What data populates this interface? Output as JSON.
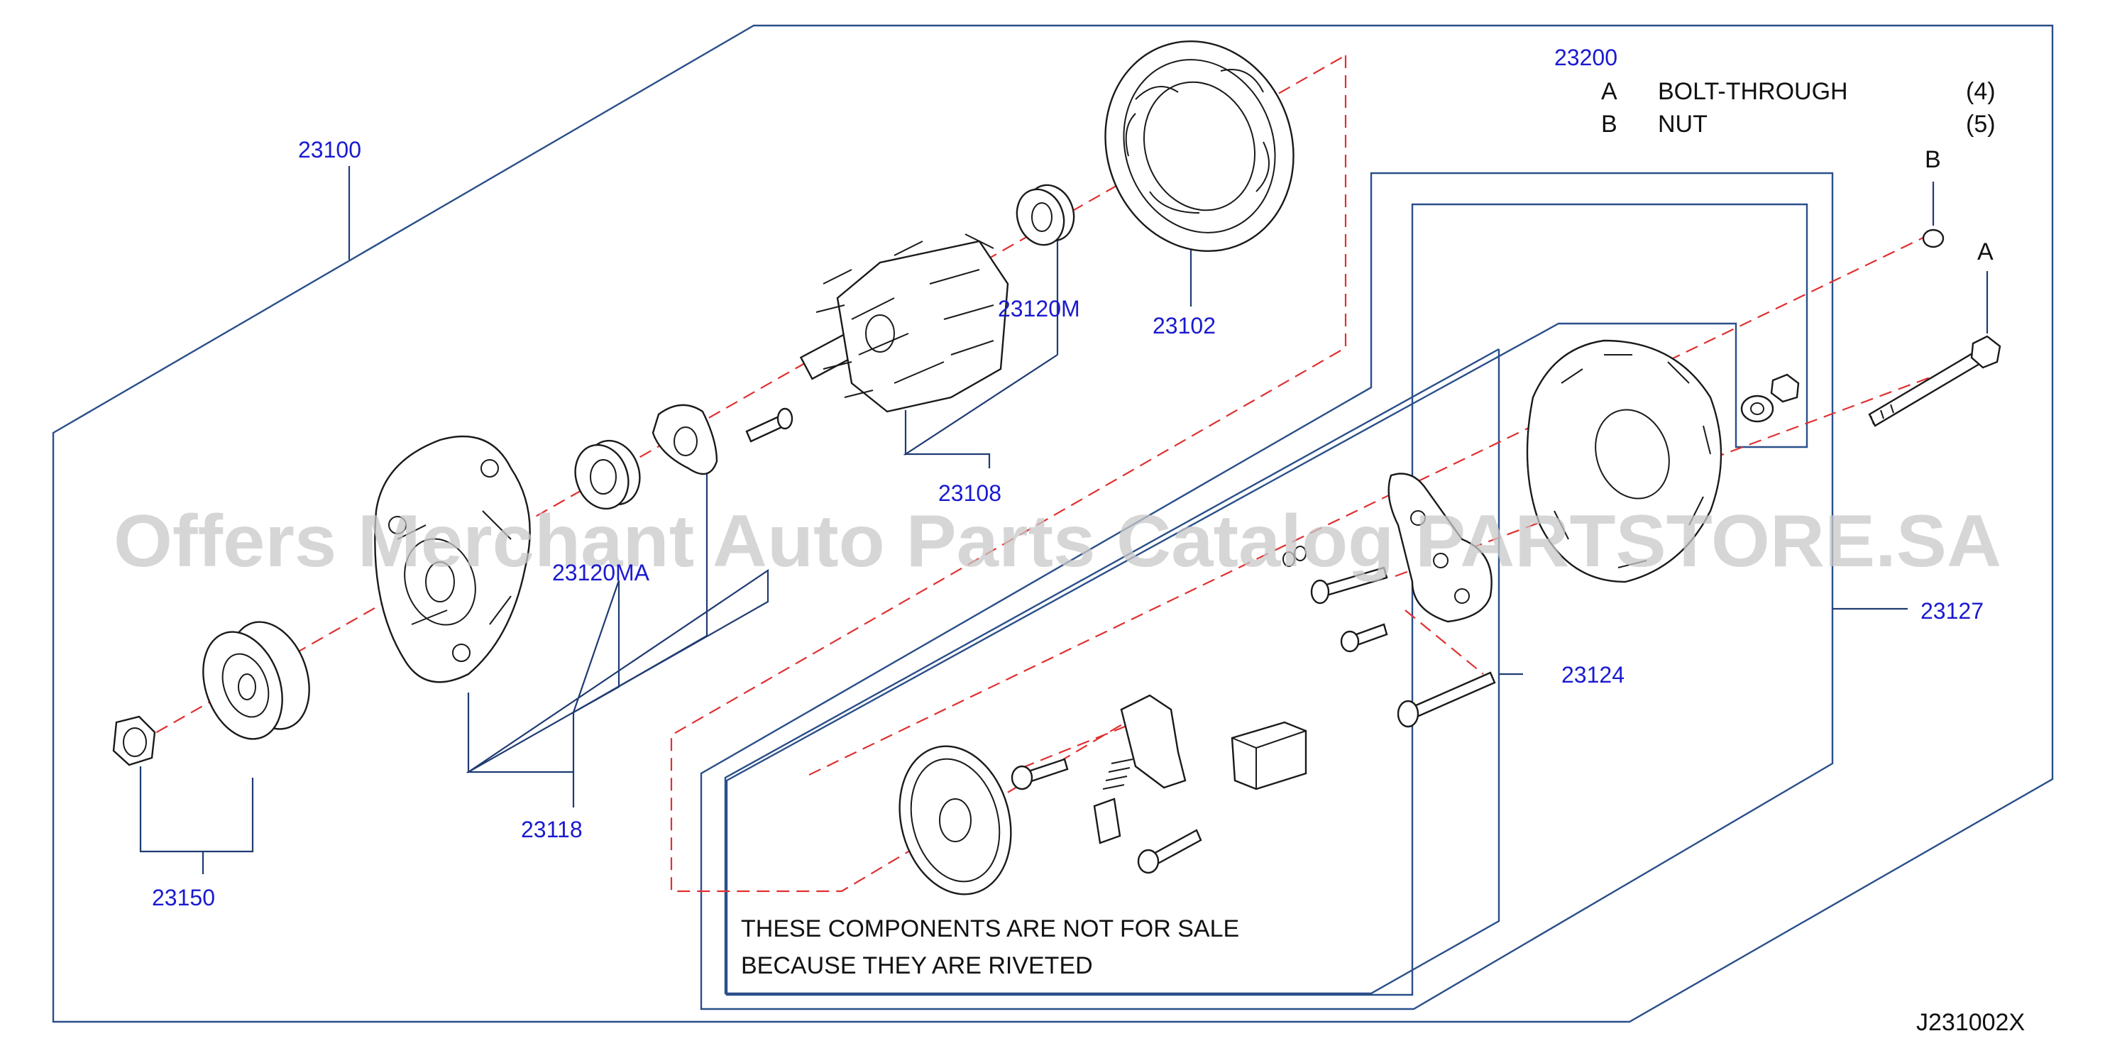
{
  "callouts": {
    "p23100": "23100",
    "p23102": "23102",
    "p23120M": "23120M",
    "p23108": "23108",
    "p23120MA": "23120MA",
    "p23118": "23118",
    "p23150": "23150",
    "p23200": "23200",
    "p23127": "23127",
    "p23124": "23124"
  },
  "legend": {
    "rows": [
      {
        "key": "A",
        "name": "BOLT-THROUGH",
        "qty": "(4)"
      },
      {
        "key": "B",
        "name": "NUT",
        "qty": "(5)"
      }
    ]
  },
  "markers": {
    "a": "A",
    "b": "B"
  },
  "note": {
    "line1": "THESE   COMPONENTS   ARE   NOT   FOR   SALE",
    "line2": "BECAUSE   THEY   ARE   RIVETED"
  },
  "diagram_code": "J231002X",
  "watermark": "Offers Merchant Auto Parts Catalog PARTSTORE.SA",
  "colors": {
    "callout": "#1a1ad0",
    "frame": "#2a4f8a",
    "centerline": "#e03030",
    "watermark": "#c8c8c8"
  }
}
